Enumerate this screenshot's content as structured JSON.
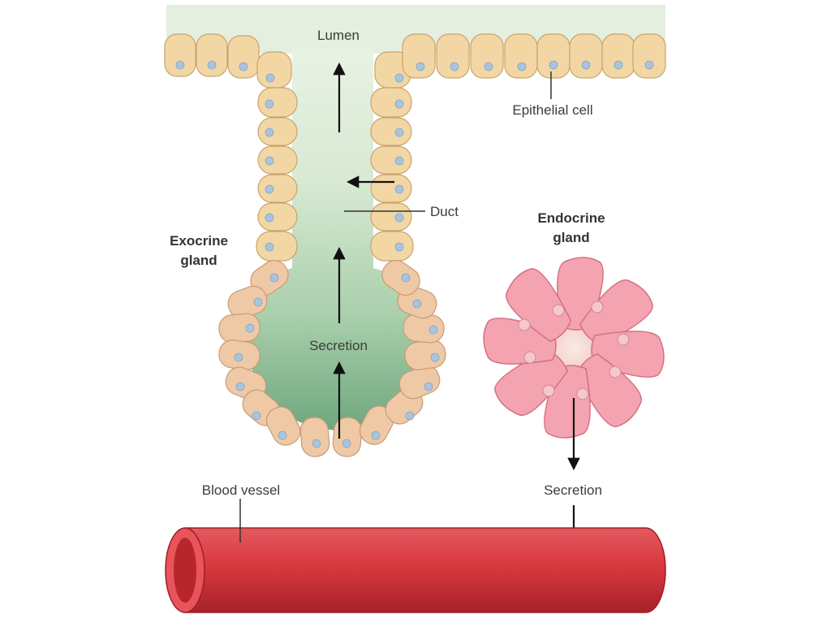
{
  "labels": {
    "lumen": "Lumen",
    "epithelial_cell": "Epithelial cell",
    "duct": "Duct",
    "exocrine_line1": "Exocrine",
    "exocrine_line2": "gland",
    "endocrine_line1": "Endocrine",
    "endocrine_line2": "gland",
    "secretion_exocrine": "Secretion",
    "secretion_endocrine": "Secretion",
    "blood_vessel": "Blood vessel"
  },
  "colors": {
    "lumen_bg": "#e4efdf",
    "secretion_green": "#7fb08a",
    "epithelium": "#f2d7a5",
    "gland_cells": "#efc9a6",
    "nucleus": "#a9c4dc",
    "endocrine_cells": "#f4a4b0",
    "blood_vessel": "#d9383f"
  }
}
